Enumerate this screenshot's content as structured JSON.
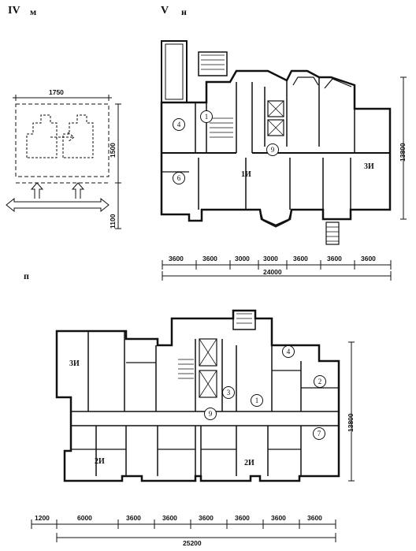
{
  "section_labels": {
    "iv": "IV",
    "m": "м",
    "v": "V",
    "n": "н",
    "p": "п"
  },
  "scheme_m": {
    "top_width": "1750",
    "right_upper": "1500",
    "right_lower": "1100"
  },
  "plan_n": {
    "height_dim": "13800",
    "bay_dims": [
      "3600",
      "3600",
      "3000",
      "3000",
      "3600",
      "3600",
      "3600"
    ],
    "total_width": "24000",
    "rooms": {
      "r4": "4",
      "r1": "1",
      "r9": "9",
      "r6": "6",
      "apt1": "1И",
      "apt3": "3И"
    }
  },
  "plan_p": {
    "height_dim": "13800",
    "bay_dims": [
      "1200",
      "6000",
      "3600",
      "3600",
      "3600",
      "3600",
      "3600",
      "3600"
    ],
    "total_width": "25200",
    "rooms": {
      "apt3": "3И",
      "r4": "4",
      "r2": "2",
      "r3": "3",
      "r1": "1",
      "r9": "9",
      "r7": "7",
      "apt2a": "2И",
      "apt2b": "2И"
    }
  }
}
